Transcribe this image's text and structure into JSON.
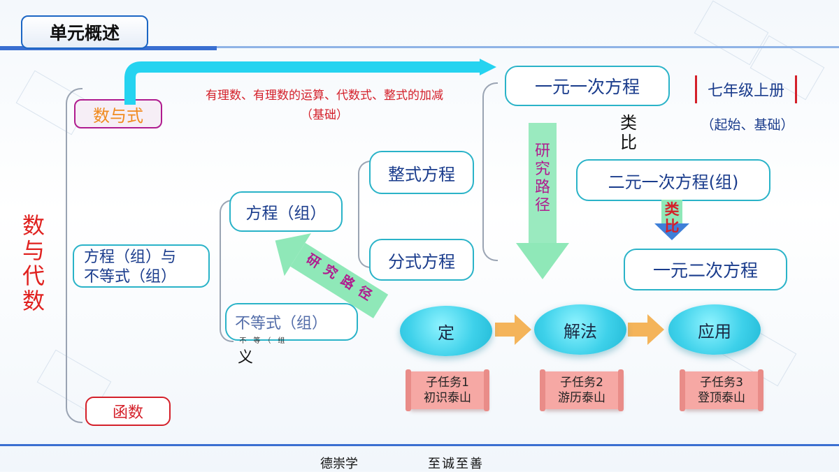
{
  "header": {
    "title": "单元概述"
  },
  "footer": {
    "left": "德崇学",
    "right": "至诚至善"
  },
  "root": {
    "label": "数与代数"
  },
  "nodes": {
    "shu_yu_shi": "数与式",
    "fangcheng_budengshi_1": "方程（组）与",
    "fangcheng_budengshi_2": "不等式（组）",
    "hanshu": "函数",
    "fangcheng_zu": "方程（组）",
    "budengshi_zu": "不等式（组）",
    "budengshi_small": "不　等　（　组",
    "zhengshi_fangcheng": "整式方程",
    "fenshi_fangcheng": "分式方程",
    "yiyuan_yici": "一元一次方程",
    "eryuan_yici": "二元一次方程(组)",
    "yiyuan_erci": "一元二次方程",
    "qinianji": "七年级上册",
    "qishi_jichu": "（起始、基础）"
  },
  "arrow_text": {
    "top_line": "有理数、有理数的运算、代数式、整式的加减",
    "top_line_sub": "（基础）",
    "research_path_v": "研究路径",
    "research_path_diag": "研究路径",
    "analogy_1": "类比",
    "analogy_2": "类比"
  },
  "flow": {
    "definition": "定",
    "definition_tail": "义",
    "method": "解法",
    "application": "应用"
  },
  "tasks": [
    {
      "line1": "子任务1",
      "line2": "初识泰山"
    },
    {
      "line1": "子任务2",
      "line2": "游历泰山"
    },
    {
      "line1": "子任务3",
      "line2": "登顶泰山"
    }
  ],
  "colors": {
    "accent": "#2ab3c8",
    "arrow": "#25d3f0",
    "red": "#d4202a",
    "purple": "#b01c8f",
    "green": "#8fe8b8"
  }
}
